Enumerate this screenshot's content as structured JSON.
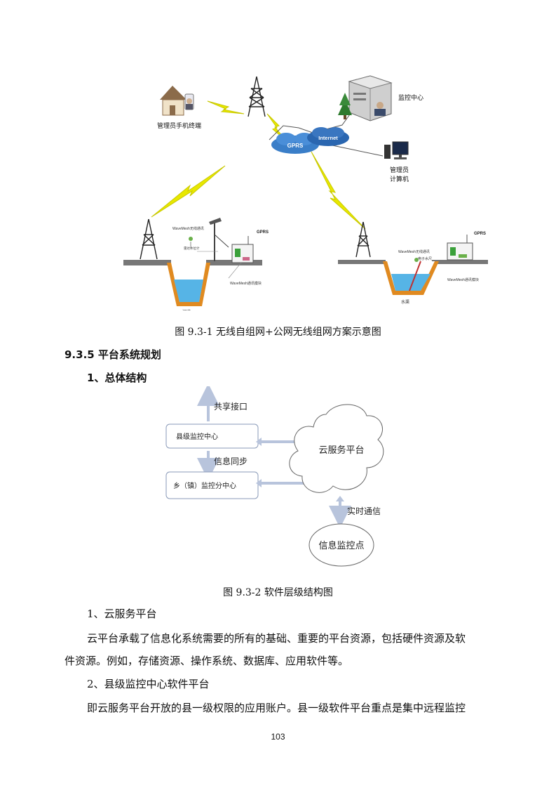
{
  "figure1": {
    "caption": "图 9.3-1 无线自组网+公网无线组网方案示意图",
    "labels": {
      "admin_phone": "管理员手机终端",
      "monitor_center": "监控中心",
      "admin_pc_line1": "管理员",
      "admin_pc_line2": "计算机",
      "gprs_cloud": "GPRS",
      "internet": "Internet",
      "gprs_left": "GPRS",
      "gprs_right": "GPRS",
      "wavemesh_left_top": "WaveMesh无线通讯",
      "water_gauge": "雷达水位计",
      "wavemesh_left_bottom": "WaveMesh通讯模块",
      "river": "河道",
      "wavemesh_right_top": "WaveMesh无线通讯",
      "electronic_gauge": "电子水尺",
      "wavemesh_right_bottom": "WaveMesh通讯模块",
      "canal": "水渠"
    }
  },
  "section": {
    "number_title": "9.3.5 平台系统规划",
    "sub1": "1、总体结构"
  },
  "figure2": {
    "caption": "图 9.3-2 软件层级结构图",
    "labels": {
      "share": "共享接口",
      "county": "县级监控中心",
      "sync": "信息同步",
      "township": "乡（镇）监控分中心",
      "cloud": "云服务平台",
      "realtime": "实时通信",
      "point": "信息监控点"
    }
  },
  "body": {
    "item1_title": "1、云服务平台",
    "item1_text_a": "云平台承载了信息化系统需要的所有的基础、重要的平台资源，包括硬件资源及软",
    "item1_text_b": "件资源。例如，存储资源、操作系统、数据库、应用软件等。",
    "item2_title": "2、县级监控中心软件平台",
    "item2_text": "即云服务平台开放的县一级权限的应用账户。县一级软件平台重点是集中远程监控"
  },
  "page_number": "103"
}
